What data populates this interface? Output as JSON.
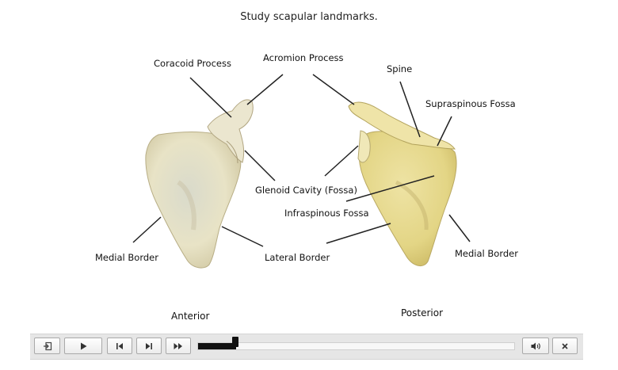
{
  "instruction": "Study scapular landmarks.",
  "views": {
    "anterior": "Anterior",
    "posterior": "Posterior"
  },
  "labels": {
    "coracoid_process": "Coracoid Process",
    "acromion_process": "Acromion Process",
    "spine": "Spine",
    "supraspinous_fossa": "Supraspinous Fossa",
    "glenoid_cavity": "Glenoid Cavity (Fossa)",
    "infraspinous_fossa": "Infraspinous Fossa",
    "medial_border_anterior": "Medial Border",
    "lateral_border": "Lateral Border",
    "medial_border_posterior": "Medial Border"
  },
  "player": {
    "progress_fraction": 0.12,
    "icons": [
      "exit-icon",
      "play-icon",
      "skip-back-icon",
      "step-forward-icon",
      "fast-forward-icon",
      "volume-icon",
      "close-icon"
    ]
  },
  "colors": {
    "bone_anterior": "#e9e4c8",
    "bone_posterior": "#e6d98a",
    "control_bar": "#e6e6e6"
  }
}
